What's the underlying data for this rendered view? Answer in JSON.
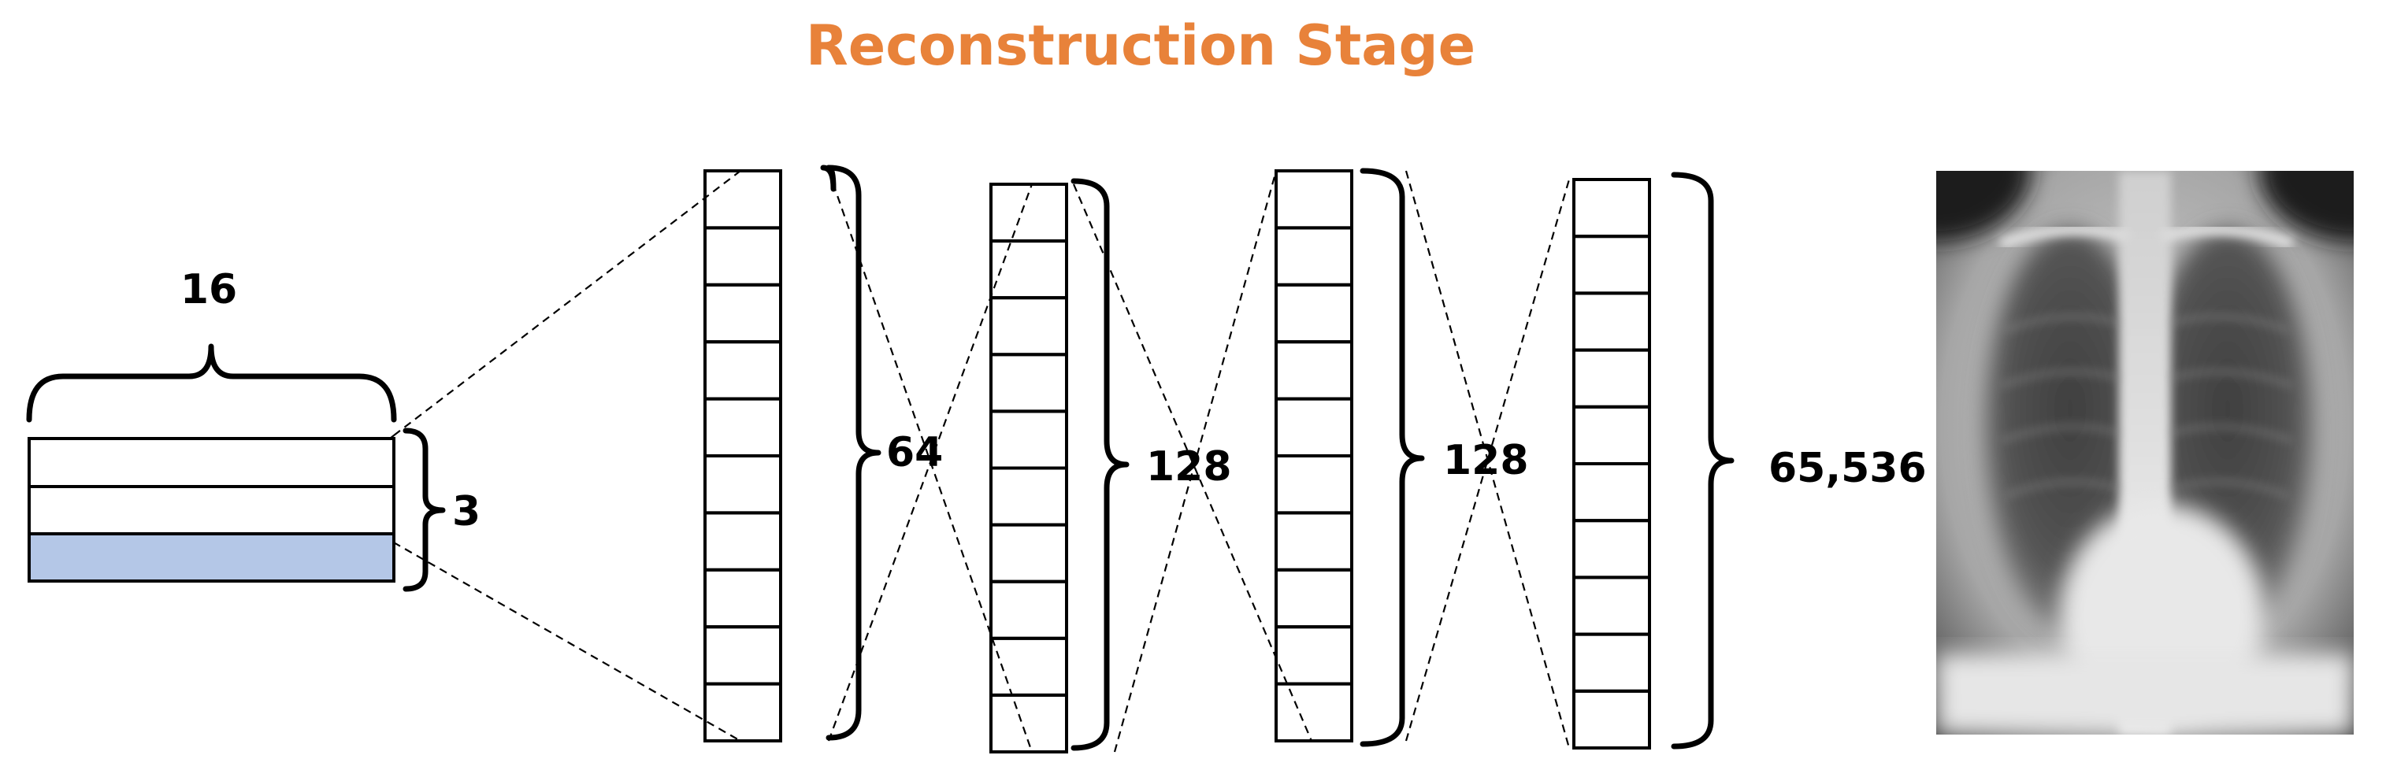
{
  "title": "Reconstruction Stage",
  "colors": {
    "title": "#E8823A",
    "latent_highlight": "#B4C7E7",
    "stroke": "#000000",
    "cell_fill": "#FFFFFF"
  },
  "latent": {
    "width_label": "16",
    "height_label": "3",
    "rows": 3,
    "highlighted_row": 3
  },
  "layers": [
    {
      "label": "64",
      "cells": 10
    },
    {
      "label": "128",
      "cells": 10
    },
    {
      "label": "128",
      "cells": 10
    },
    {
      "label": "65,536",
      "cells": 10
    }
  ],
  "output": {
    "icon": "chest-xray-image"
  }
}
